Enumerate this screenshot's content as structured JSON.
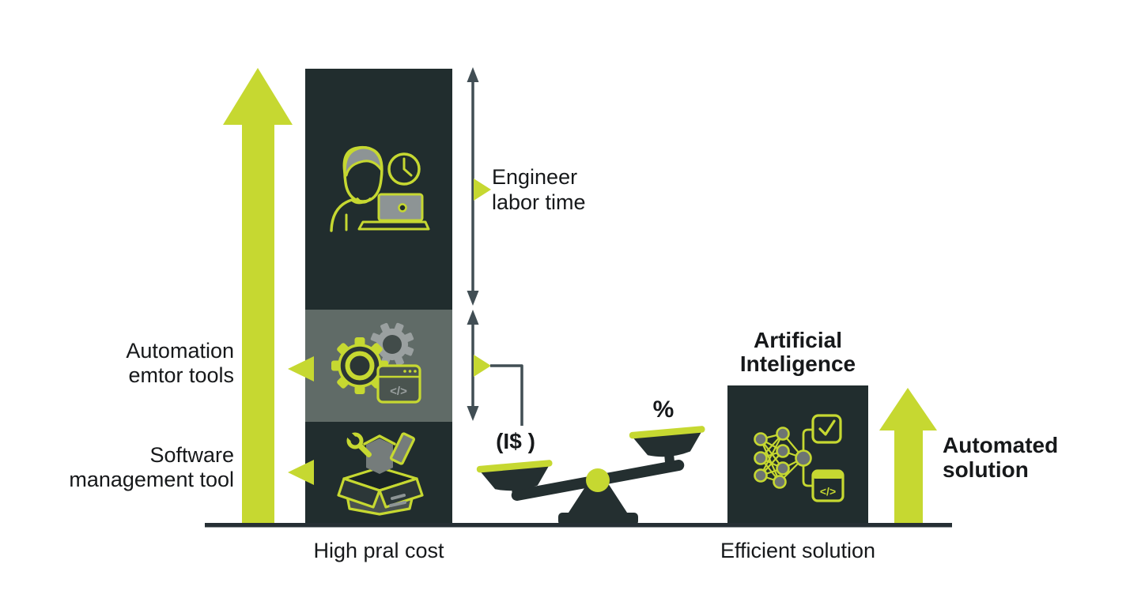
{
  "colors": {
    "accent_green": "#c6d831",
    "panel_dark": "#212d2e",
    "panel_gray": "#606b67",
    "connector_gray": "#414e54",
    "icon_gray": "#9aa0a0",
    "text": "#16181a",
    "background": "#ffffff"
  },
  "icons": {
    "code_glyph": "</>",
    "left_bar_icons": [
      "engineer-laptop-clock-icon",
      "gears-code-window-icon",
      "open-toolbox-icon"
    ],
    "right_box_icon": "neural-network-code-icon",
    "scale_icon": "balance-scale-icon",
    "arrow_icons": [
      "big-up-arrow-icon",
      "small-up-arrow-icon"
    ]
  },
  "left_group": {
    "bottom_label": "High pral cost",
    "annotations": {
      "engineer_label": {
        "line1": "Engineer",
        "line2": "labor time"
      },
      "automation_label": {
        "line1": "Automation",
        "line2": "emtor tools"
      },
      "software_label": {
        "line1": "Software",
        "line2": "management tool"
      }
    }
  },
  "scale_group": {
    "left_pan_label": "(I$ )",
    "right_pan_label": "%"
  },
  "right_group": {
    "title_line1": "Artificial",
    "title_line2": "Inteligence",
    "bottom_label": "Efficient solution",
    "arrow_label_line1": "Automated",
    "arrow_label_line2": "solution"
  }
}
